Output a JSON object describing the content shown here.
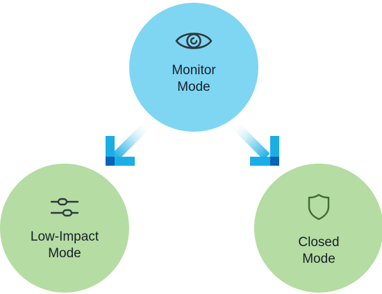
{
  "colors": {
    "monitor_fill": "#7fd6f2",
    "secondary_fill": "#b5dca2",
    "arrow_light": "#bfe9f7",
    "arrow_mid": "#1aaee5",
    "arrow_dark": "#0b63b8",
    "icon_dark": "#2c3a40",
    "icon_green": "#3e6b34",
    "text": "#17202a"
  },
  "nodes": {
    "monitor": {
      "label_line1": "Monitor",
      "label_line2": "Mode",
      "icon": "eye-icon"
    },
    "low_impact": {
      "label_line1": "Low-Impact",
      "label_line2": "Mode",
      "icon": "sliders-icon"
    },
    "closed": {
      "label_line1": "Closed",
      "label_line2": "Mode",
      "icon": "shield-icon"
    }
  },
  "edges": [
    {
      "from": "monitor",
      "to": "low_impact",
      "icon": "arrow-down-left-icon"
    },
    {
      "from": "monitor",
      "to": "closed",
      "icon": "arrow-down-right-icon"
    }
  ]
}
